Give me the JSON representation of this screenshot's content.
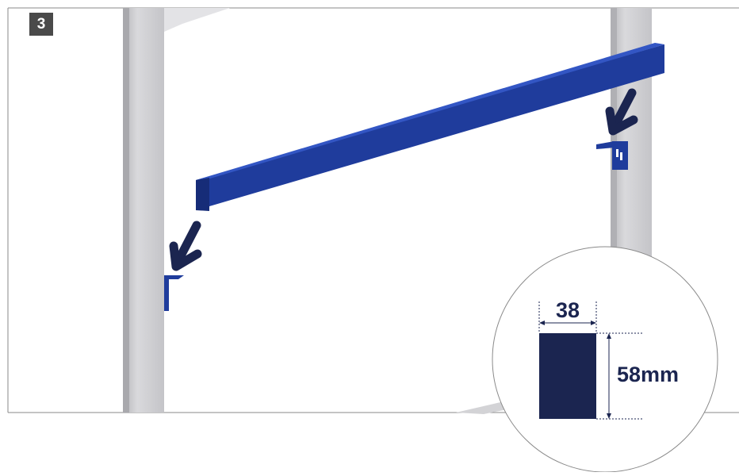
{
  "step": {
    "number": "3"
  },
  "section": {
    "width_label": "38",
    "height_label": "58mm"
  },
  "colors": {
    "beam": "#1f3c9c",
    "beam_dark": "#162c78",
    "bracket": "#1f3c9c",
    "arrow": "#1b2550",
    "section_fill": "#1b2550",
    "post": "#c9c9cc",
    "frame_border": "#8a8a8a"
  },
  "icons": {
    "arrow_left": "down-left-arrow-icon",
    "arrow_right": "down-left-arrow-icon"
  }
}
